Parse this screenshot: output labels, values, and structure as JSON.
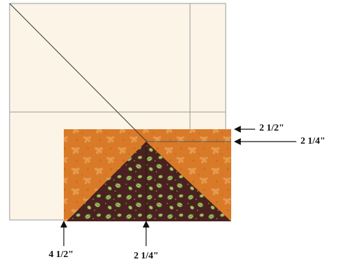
{
  "labels": {
    "top_right_upper": "2 1/2\"",
    "top_right_lower": "2 1/4\"",
    "bottom_left": "4 1/2\"",
    "bottom_center": "2 1/4\""
  },
  "colors": {
    "background_block": "#fcf4e6",
    "guide_line": "#9a9a9a",
    "orange_fabric": "#d97a28",
    "orange_flower": "#e59648",
    "brown_fabric": "#4a2120",
    "leaf_green": "#a8c06a",
    "leaf_dark": "#5c7a2e",
    "arrow": "#111111"
  }
}
